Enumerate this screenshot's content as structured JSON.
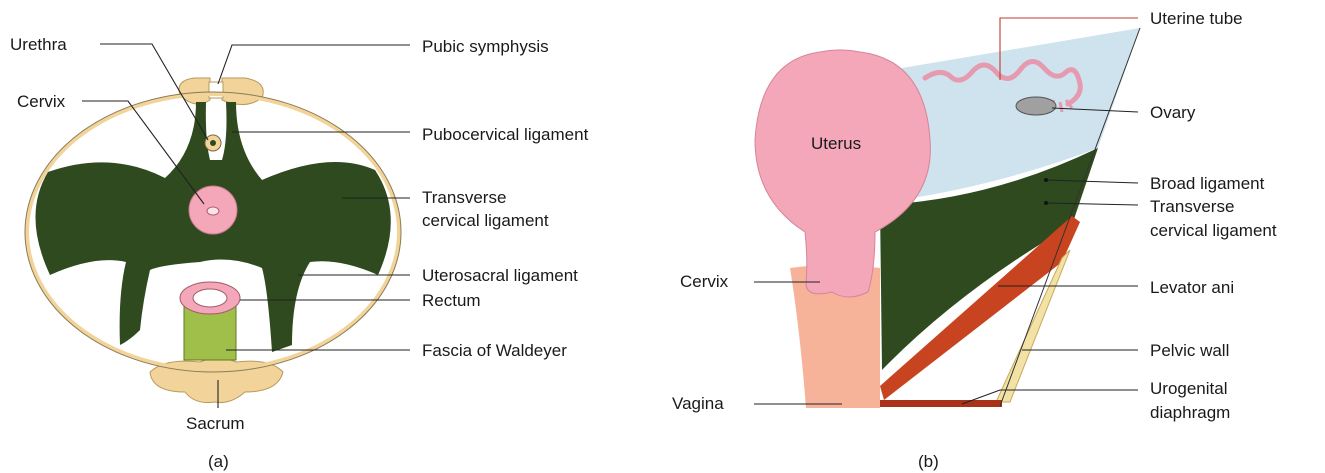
{
  "panel_a": {
    "caption": "(a)",
    "labels": {
      "urethra": "Urethra",
      "cervix": "Cervix",
      "sacrum": "Sacrum",
      "pubic_symphysis": "Pubic symphysis",
      "pubocervical": "Pubocervical ligament",
      "transverse_1": "Transverse",
      "transverse_2": "cervical ligament",
      "uterosacral": "Uterosacral ligament",
      "rectum": "Rectum",
      "fascia": "Fascia of Waldeyer"
    }
  },
  "panel_b": {
    "caption": "(b)",
    "labels": {
      "uterus": "Uterus",
      "cervix": "Cervix",
      "vagina": "Vagina",
      "uterine_tube": "Uterine tube",
      "ovary": "Ovary",
      "broad": "Broad ligament",
      "transverse_1": "Transverse",
      "transverse_2": "cervical ligament",
      "levator": "Levator ani",
      "pelvic_wall": "Pelvic wall",
      "urogenital_1": "Urogenital",
      "urogenital_2": "diaphragm"
    }
  },
  "colors": {
    "ligament": "#2e4a1e",
    "bone": "#f2d49a",
    "uterus": "#f4a7b9",
    "vagina": "#f6b39a",
    "broad": "#cfe3ee",
    "levator": "#c8431f",
    "pelvic_wall": "#f3e2a6"
  }
}
